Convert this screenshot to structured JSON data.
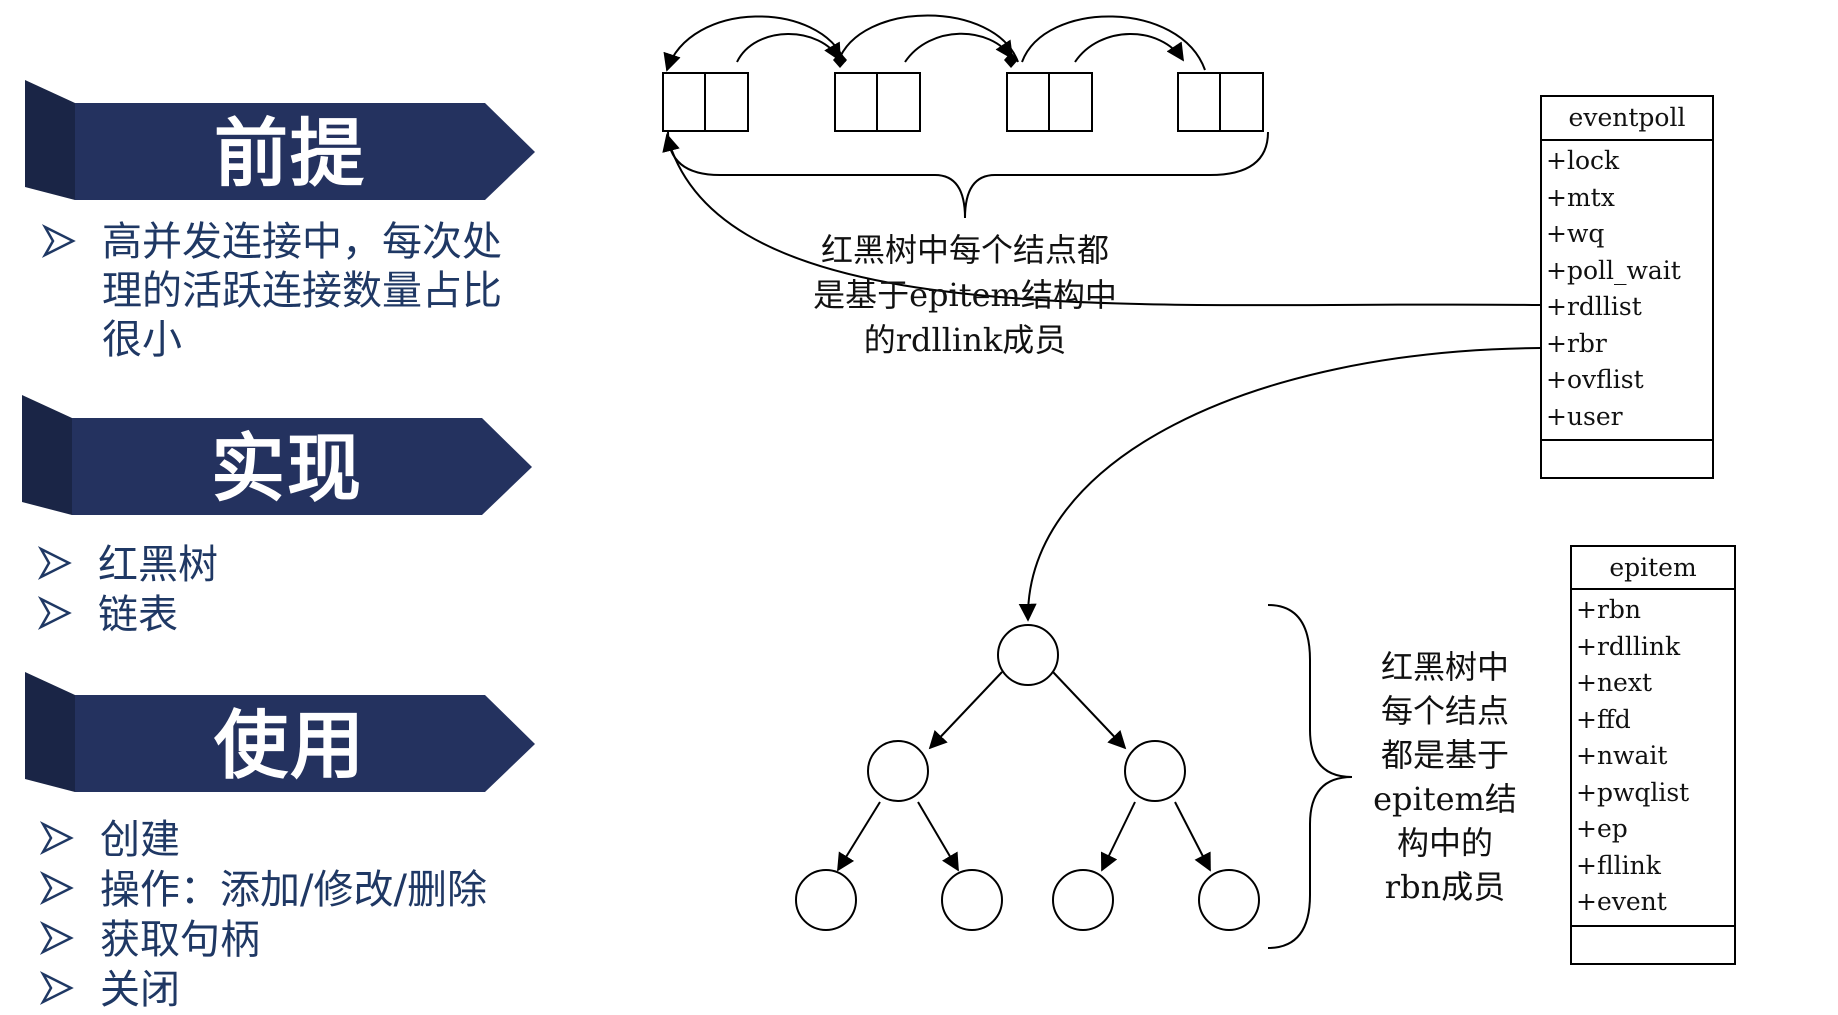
{
  "sections": [
    {
      "title": "前提",
      "items": [
        "高并发连接中，每次处理的活跃连接数量占比很小"
      ]
    },
    {
      "title": "实现",
      "items": [
        "红黑树",
        "链表"
      ]
    },
    {
      "title": "使用",
      "items": [
        "创建",
        "操作：添加/修改/删除",
        "获取句柄",
        "关闭"
      ]
    }
  ],
  "section_lines": {
    "premise": [
      "高并发连接中，每次处",
      "理的活跃连接数量占比",
      "很小"
    ]
  },
  "list_caption": [
    "红黑树中每个结点都",
    "是基于epitem结构中",
    "的rdllink成员"
  ],
  "tree_caption": [
    "红黑树中",
    "每个结点",
    "都是基于",
    "epitem结",
    "构中的",
    "rbn成员"
  ],
  "eventpoll": {
    "name": "eventpoll",
    "fields": [
      "+lock",
      "+mtx",
      "+wq",
      "+poll_wait",
      "+rdllist",
      "+rbr",
      "+ovflist",
      "+user"
    ]
  },
  "epitem": {
    "name": "epitem",
    "fields": [
      "+rbn",
      "+rdllink",
      "+next",
      "+ffd",
      "+nwait",
      "+pwqlist",
      "+ep",
      "+fllink",
      "+event"
    ]
  },
  "colors": {
    "banner": "#24325f",
    "banner_dark": "#1a2546",
    "text": "#1f3864"
  }
}
